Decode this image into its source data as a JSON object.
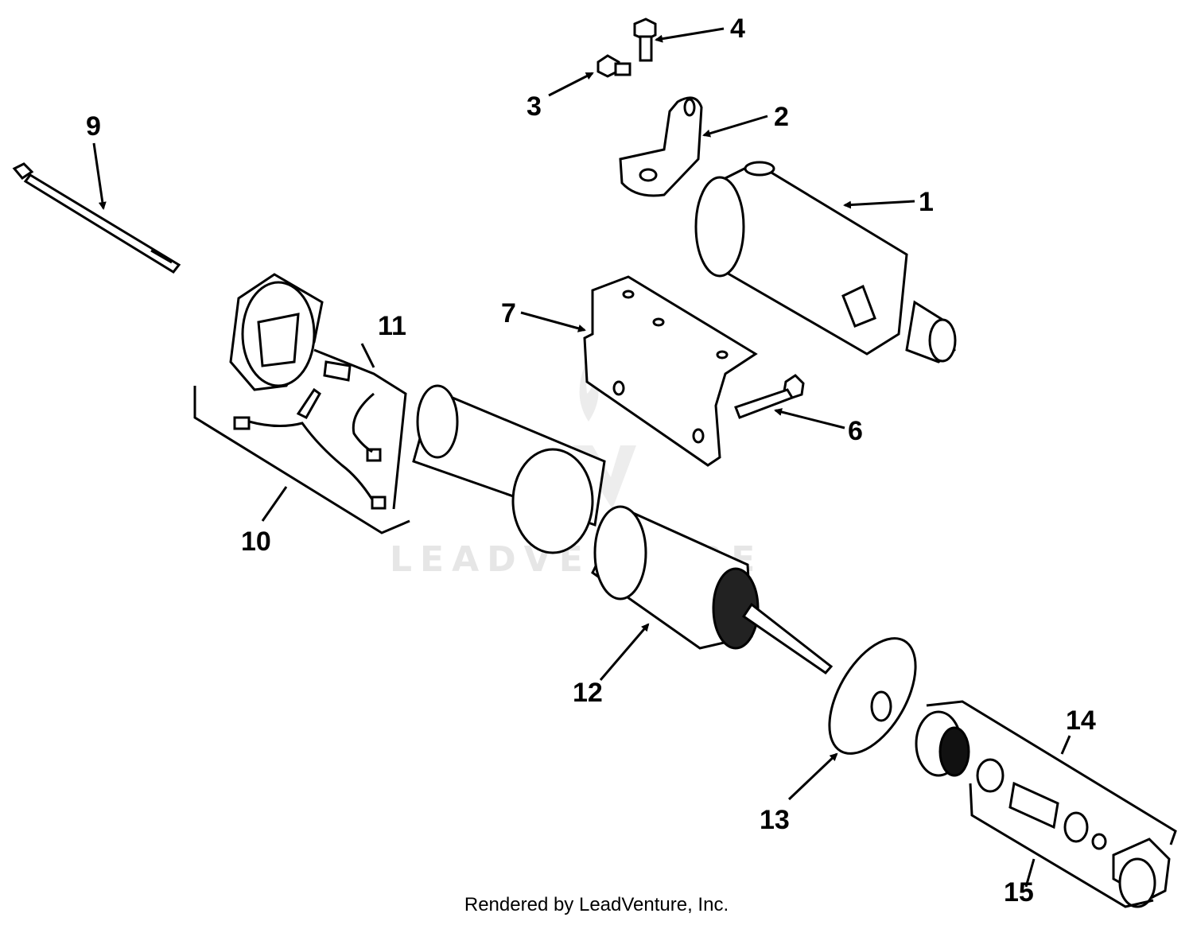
{
  "watermark": "LEADVENTURE",
  "footer": "Rendered by LeadVenture, Inc.",
  "callouts": [
    "1",
    "2",
    "3",
    "4",
    "6",
    "7",
    "9",
    "10",
    "11",
    "12",
    "13",
    "14",
    "15"
  ]
}
